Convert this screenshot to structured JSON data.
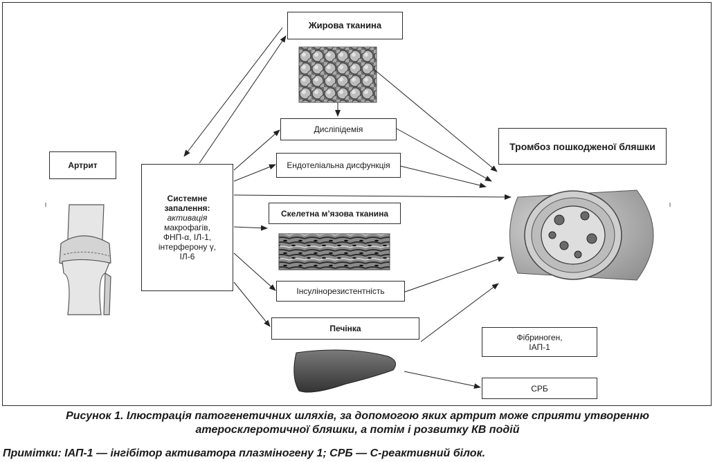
{
  "nodes": {
    "arthritis": "Артрит",
    "adipose": "Жирова тканина",
    "dyslipidemia": "Дисліпідемія",
    "endothelial": "Ендотеліальна дисфункція",
    "thrombosis": "Тромбоз пошкодженої бляшки",
    "systemic_title": "Системне запалення:",
    "systemic_activation": "активація",
    "systemic_line1": "макрофагів,",
    "systemic_line2": "ФНП-α, ІЛ-1,",
    "systemic_line3": "інтерферону γ,",
    "systemic_line4": "ІЛ-6",
    "skeletal": "Скелетна м’язова тканина",
    "insulin": "Інсулінорезистентність",
    "liver": "Печінка",
    "fibrinogen_line1": "Фібриноген,",
    "fibrinogen_line2": "ІАП-1",
    "crp": "СРБ"
  },
  "caption_line1": "Рисунок 1. Ілюстрація патогенетичних шляхів, за допомогою яких артрит може сприяти утворенню",
  "caption_line2": "атеросклеротичної бляшки, а потім і розвитку КВ подій",
  "note": "Примітки: ІАП-1 — інгібітор активатора плазміногену 1; СРБ — С-реактивний білок."
}
